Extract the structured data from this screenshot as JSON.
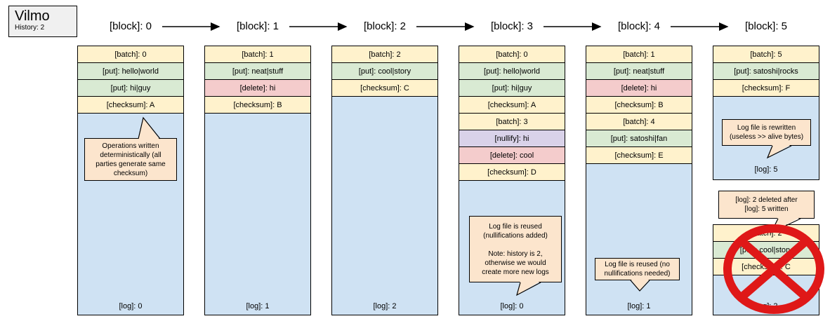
{
  "legend": {
    "title": "Vilmo",
    "subtitle": "History: 2"
  },
  "colors": {
    "batch_checksum_row": "#fff2cc",
    "put_row": "#d9ead3",
    "delete_row": "#f4cccc",
    "nullify_row": "#d9d2e9",
    "log_area": "#cfe2f3",
    "callout": "#fce5cd",
    "prohibition": "#df1818",
    "legend_bg": "#f0f0f0"
  },
  "blocks": [
    {
      "label": "[block]: 0",
      "rows": [
        {
          "type": "batch",
          "text": "[batch]: 0"
        },
        {
          "type": "put",
          "text": "[put]: hello|world"
        },
        {
          "type": "put",
          "text": "[put]: hi|guy"
        },
        {
          "type": "checksum",
          "text": "[checksum]: A"
        }
      ],
      "log": "[log]: 0"
    },
    {
      "label": "[block]: 1",
      "rows": [
        {
          "type": "batch",
          "text": "[batch]: 1"
        },
        {
          "type": "put",
          "text": "[put]: neat|stuff"
        },
        {
          "type": "delete",
          "text": "[delete]: hi"
        },
        {
          "type": "checksum",
          "text": "[checksum]: B"
        }
      ],
      "log": "[log]: 1"
    },
    {
      "label": "[block]: 2",
      "rows": [
        {
          "type": "batch",
          "text": "[batch]: 2"
        },
        {
          "type": "put",
          "text": "[put]: cool|story"
        },
        {
          "type": "checksum",
          "text": "[checksum]: C"
        }
      ],
      "log": "[log]: 2"
    },
    {
      "label": "[block]: 3",
      "rows": [
        {
          "type": "batch",
          "text": "[batch]: 0"
        },
        {
          "type": "put",
          "text": "[put]: hello|world"
        },
        {
          "type": "put",
          "text": "[put]: hi|guy"
        },
        {
          "type": "checksum",
          "text": "[checksum]: A"
        },
        {
          "type": "batch",
          "text": "[batch]: 3"
        },
        {
          "type": "nullify",
          "text": "[nullify]: hi"
        },
        {
          "type": "delete",
          "text": "[delete]: cool"
        },
        {
          "type": "checksum",
          "text": "[checksum]: D"
        }
      ],
      "log": "[log]: 0"
    },
    {
      "label": "[block]: 4",
      "rows": [
        {
          "type": "batch",
          "text": "[batch]: 1"
        },
        {
          "type": "put",
          "text": "[put]: neat|stuff"
        },
        {
          "type": "delete",
          "text": "[delete]: hi"
        },
        {
          "type": "checksum",
          "text": "[checksum]: B"
        },
        {
          "type": "batch",
          "text": "[batch]: 4"
        },
        {
          "type": "put",
          "text": "[put]: satoshi|fan"
        },
        {
          "type": "checksum",
          "text": "[checksum]: E"
        }
      ],
      "log": "[log]: 1"
    },
    {
      "label": "[block]: 5",
      "rows": [
        {
          "type": "batch",
          "text": "[batch]: 5"
        },
        {
          "type": "put",
          "text": "[put]: satoshi|rocks"
        },
        {
          "type": "checksum",
          "text": "[checksum]: F"
        }
      ],
      "log": "[log]: 5"
    }
  ],
  "deleted_box": {
    "rows": [
      {
        "type": "batch",
        "text": "[batch]: 2"
      },
      {
        "type": "put",
        "text": "[put]: cool|story"
      },
      {
        "type": "checksum",
        "text": "[checksum]: C"
      }
    ],
    "log": "[log]: 2",
    "crossed_out": true
  },
  "callouts": {
    "deterministic": "Operations written\ndeterministically (all\nparties generate same\nchecksum)",
    "reuse_nullify": "Log file is reused\n(nullifications added)\n\nNote: history is 2,\notherwise we would\ncreate more new logs",
    "reuse_clean": "Log file is reused (no\nnullifications needed)",
    "rewritten": "Log file is rewritten\n(useless >> alive bytes)",
    "deleted_after": "[log]: 2 deleted after\n[log]: 5 written"
  }
}
